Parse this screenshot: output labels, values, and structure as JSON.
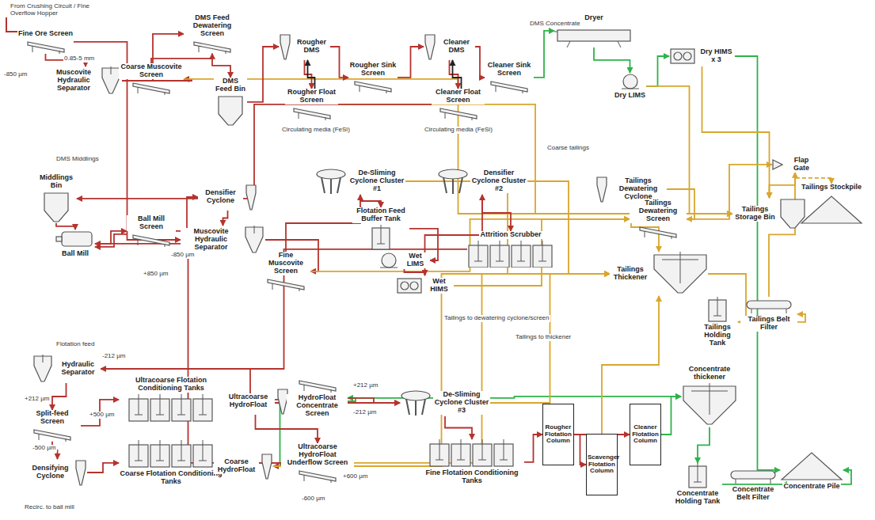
{
  "diagram": {
    "nodes": [
      {
        "text": [
          "Fine Ore Screen"
        ]
      },
      {
        "text": [
          "Muscovite Hydraulic Separator"
        ]
      },
      {
        "text": [
          "Coarse Muscovite Screen"
        ]
      },
      {
        "text": [
          "DMS Feed Dewatering Screen"
        ]
      },
      {
        "text": [
          "DMS Feed Bin"
        ]
      },
      {
        "text": [
          "Rougher DMS"
        ]
      },
      {
        "text": [
          "Rougher Sink Screen"
        ]
      },
      {
        "text": [
          "Rougher Float Screen"
        ]
      },
      {
        "text": [
          "Cleaner DMS"
        ]
      },
      {
        "text": [
          "Cleaner Sink Screen"
        ]
      },
      {
        "text": [
          "Cleaner Float Screen"
        ]
      },
      {
        "text": [
          "Dryer"
        ]
      },
      {
        "text": [
          "Dry LIMS"
        ]
      },
      {
        "text": [
          "Dry HIMS x 3"
        ]
      },
      {
        "text": [
          "Middlings Bin"
        ]
      },
      {
        "text": [
          "Ball Mill"
        ]
      },
      {
        "text": [
          "Ball Mill Screen"
        ]
      },
      {
        "text": [
          "Densifier Cyclone"
        ]
      },
      {
        "text": [
          "Muscovite Hydraulic Separator"
        ]
      },
      {
        "text": [
          "Fine Muscovite Screen"
        ]
      },
      {
        "text": [
          "De-Sliming Cyclone Cluster #1"
        ]
      },
      {
        "text": [
          "Flotation Feed Buffer Tank"
        ]
      },
      {
        "text": [
          "Wet LIMS"
        ]
      },
      {
        "text": [
          "Wet HIMS"
        ]
      },
      {
        "text": [
          "Densifier Cyclone Cluster #2"
        ]
      },
      {
        "text": [
          "Attrition Scrubber"
        ]
      },
      {
        "text": [
          "Tailings Dewatering Cyclone"
        ]
      },
      {
        "text": [
          "Tailings Dewatering Screen"
        ]
      },
      {
        "text": [
          "Flap Gate"
        ]
      },
      {
        "text": [
          "Tailings Storage Bin"
        ]
      },
      {
        "text": [
          "Tailings Stockpile"
        ]
      },
      {
        "text": [
          "Tailings Thickener"
        ]
      },
      {
        "text": [
          "Tailings Holding Tank"
        ]
      },
      {
        "text": [
          "Tailings Belt Filter"
        ]
      },
      {
        "text": [
          "Hydraulic Separator"
        ]
      },
      {
        "text": [
          "Split-feed Screen"
        ]
      },
      {
        "text": [
          "Densifying Cyclone"
        ]
      },
      {
        "text": [
          "Ultracoarse Flotation Conditioning Tanks"
        ]
      },
      {
        "text": [
          "Coarse Flotation Conditioning Tanks"
        ]
      },
      {
        "text": [
          "Ultracoarse HydroFloat"
        ]
      },
      {
        "text": [
          "Coarse HydroFloat"
        ]
      },
      {
        "text": [
          "HydroFloat Concentrate Screen"
        ]
      },
      {
        "text": [
          "Ultracoarse HydroFloat Underflow Screen"
        ]
      },
      {
        "text": [
          "De-Sliming Cyclone Cluster #3"
        ]
      },
      {
        "text": [
          "Fine Flotation Conditioning Tanks"
        ]
      },
      {
        "text": [
          "Rougher Flotation Column"
        ]
      },
      {
        "text": [
          "Scavenger Flotation Column"
        ]
      },
      {
        "text": [
          "Cleaner Flotation Column"
        ]
      },
      {
        "text": [
          "Concentrate thickener"
        ]
      },
      {
        "text": [
          "Concentrate Holding Tank"
        ]
      },
      {
        "text": [
          "Concentrate Belt Filter"
        ]
      },
      {
        "text": [
          "Concentrate Pile"
        ]
      }
    ],
    "edges": [
      {
        "from": 0,
        "to": 1,
        "arrow": "to"
      },
      {
        "from": 0,
        "to": 18,
        "arrow": "to"
      },
      {
        "from": 1,
        "to": 2,
        "arrow": "to"
      },
      {
        "from": 1,
        "to": 3,
        "arrow": "to"
      },
      {
        "from": 2,
        "to": 3,
        "arrow": "to"
      },
      {
        "from": 2,
        "to": 29,
        "arrow": "to"
      },
      {
        "from": 3,
        "to": 4,
        "arrow": "to"
      },
      {
        "from": 4,
        "to": 5,
        "arrow": "to"
      },
      {
        "from": 5,
        "to": 6,
        "arrow": "to"
      },
      {
        "from": 5,
        "to": 7,
        "arrow": "to"
      },
      {
        "from": 6,
        "to": 8,
        "arrow": "to"
      },
      {
        "from": 7,
        "to": 29,
        "arrow": "to"
      },
      {
        "from": 10,
        "to": 14,
        "arrow": "to"
      },
      {
        "from": 8,
        "to": 9,
        "arrow": "to"
      },
      {
        "from": 8,
        "to": 10,
        "arrow": "to"
      },
      {
        "from": 9,
        "to": 11,
        "arrow": "to"
      },
      {
        "from": 11,
        "to": 12,
        "arrow": "to"
      },
      {
        "from": 12,
        "to": 13,
        "arrow": "to"
      },
      {
        "from": 13,
        "to": 51,
        "arrow": "to"
      },
      {
        "from": 12,
        "to": 29,
        "arrow": "to"
      },
      {
        "from": 13,
        "to": 29,
        "arrow": "to"
      },
      {
        "from": 14,
        "to": 15,
        "arrow": "to"
      },
      {
        "from": 15,
        "to": 16,
        "arrow": "to"
      },
      {
        "from": 16,
        "to": 15,
        "arrow": "to"
      },
      {
        "from": 16,
        "to": 17,
        "arrow": "to"
      },
      {
        "from": 17,
        "to": 18,
        "arrow": "to"
      },
      {
        "from": 18,
        "to": 19,
        "arrow": "to"
      },
      {
        "from": 19,
        "to": 20,
        "arrow": "to"
      },
      {
        "from": 19,
        "to": 27,
        "arrow": "to"
      },
      {
        "from": 20,
        "to": 21,
        "arrow": "to"
      },
      {
        "from": 20,
        "to": 31,
        "arrow": "to"
      },
      {
        "from": 21,
        "to": 22,
        "arrow": "to"
      },
      {
        "from": 22,
        "to": 23,
        "arrow": "to"
      },
      {
        "from": 23,
        "to": 24,
        "arrow": "to"
      },
      {
        "from": 23,
        "to": 27,
        "arrow": "to"
      },
      {
        "from": 24,
        "to": 25,
        "arrow": "to"
      },
      {
        "from": 24,
        "to": 31,
        "arrow": "to"
      },
      {
        "from": 25,
        "to": 34,
        "arrow": "to"
      },
      {
        "from": 26,
        "to": 27,
        "arrow": "to"
      },
      {
        "from": 27,
        "to": 28,
        "arrow": "to"
      },
      {
        "from": 26,
        "to": 31,
        "arrow": "to"
      },
      {
        "from": 28,
        "to": 29,
        "arrow": "to"
      },
      {
        "from": 28,
        "to": 30,
        "arrow": "to"
      },
      {
        "from": 31,
        "to": 32,
        "arrow": "to"
      },
      {
        "from": 32,
        "to": 33,
        "arrow": "to"
      },
      {
        "from": 33,
        "to": 28,
        "arrow": "to"
      },
      {
        "from": 34,
        "to": 35,
        "arrow": "to"
      },
      {
        "from": 34,
        "to": 43,
        "arrow": "to"
      },
      {
        "from": 35,
        "to": 37,
        "arrow": "to"
      },
      {
        "from": 35,
        "to": 36,
        "arrow": "to"
      },
      {
        "from": 36,
        "to": 38,
        "arrow": "to"
      },
      {
        "from": 37,
        "to": 39,
        "arrow": "to"
      },
      {
        "from": 38,
        "to": 40,
        "arrow": "to"
      },
      {
        "from": 39,
        "to": 41,
        "arrow": "to"
      },
      {
        "from": 40,
        "to": 41,
        "arrow": "to"
      },
      {
        "from": 39,
        "to": 42,
        "arrow": "to"
      },
      {
        "from": 42,
        "to": 15,
        "arrow": "to"
      },
      {
        "from": 42,
        "to": 31,
        "arrow": "to"
      },
      {
        "from": 40,
        "to": 31,
        "arrow": "to"
      },
      {
        "from": 41,
        "to": 48,
        "arrow": "to"
      },
      {
        "from": 41,
        "to": 43,
        "arrow": "to"
      },
      {
        "from": 43,
        "to": 44,
        "arrow": "to"
      },
      {
        "from": 43,
        "to": 31,
        "arrow": "to"
      },
      {
        "from": 44,
        "to": 45,
        "arrow": "to"
      },
      {
        "from": 45,
        "to": 47,
        "arrow": "to"
      },
      {
        "from": 45,
        "to": 46,
        "arrow": "to"
      },
      {
        "from": 46,
        "to": 31,
        "arrow": "to"
      },
      {
        "from": 47,
        "to": 48,
        "arrow": "to"
      },
      {
        "from": 48,
        "to": 49,
        "arrow": "to"
      },
      {
        "from": 49,
        "to": 50,
        "arrow": "to"
      },
      {
        "from": 50,
        "to": 51,
        "arrow": "to"
      },
      {
        "from": 7,
        "to": 5,
        "arrow": "to"
      },
      {
        "from": 10,
        "to": 8,
        "arrow": "to"
      }
    ],
    "labels": [
      "From Crushing Circuit / Fine Overflow Hopper",
      "0.85-5 mm",
      "-850 µm",
      "Circulating media (FeSi)",
      "Circulating media (FeSi)",
      "DMS Concentrate",
      "Coarse tailings",
      "DMS Middlings",
      "-850 µm",
      "+850 µm",
      "Tailings to dewatering cyclone/screen",
      "Tailings to thickener",
      "Flotation feed",
      "-212 µm",
      "+212 µm",
      "+500 µm",
      "-500 µm",
      "+212 µm",
      "-212 µm",
      "+600 µm",
      "-600 µm",
      "Recirc. to ball mill"
    ]
  }
}
